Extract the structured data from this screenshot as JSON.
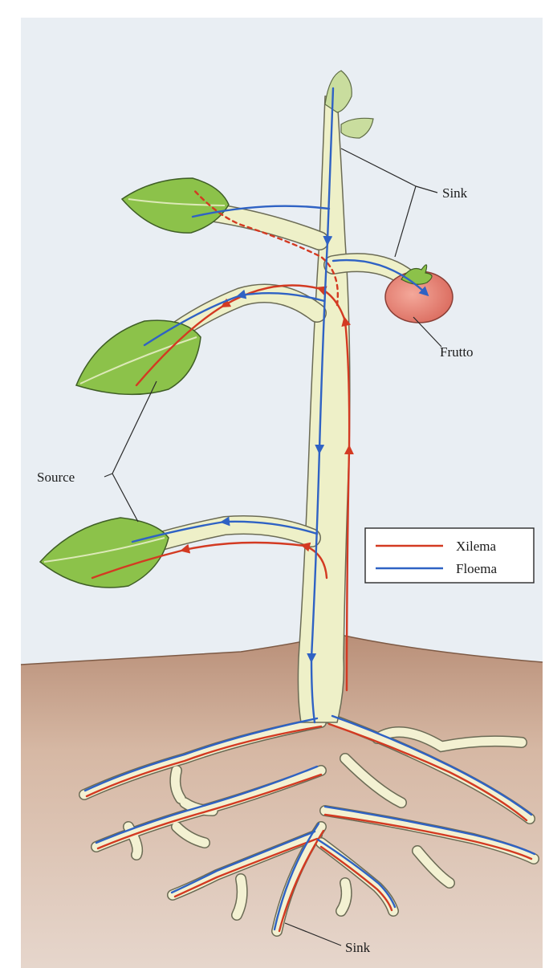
{
  "labels": {
    "sink_top": "Sink",
    "fruit": "Frutto",
    "source": "Source",
    "sink_bottom": "Sink"
  },
  "legend": {
    "xylem": "Xilema",
    "phloem": "Floema"
  },
  "colors": {
    "xylem": "#d33a22",
    "phloem": "#2f62c4",
    "stem": "#eef0c8",
    "leaf": "#8cc24a",
    "fruit": "#e88478",
    "soil": "#c8a48c",
    "sky": "#e8eef4"
  }
}
